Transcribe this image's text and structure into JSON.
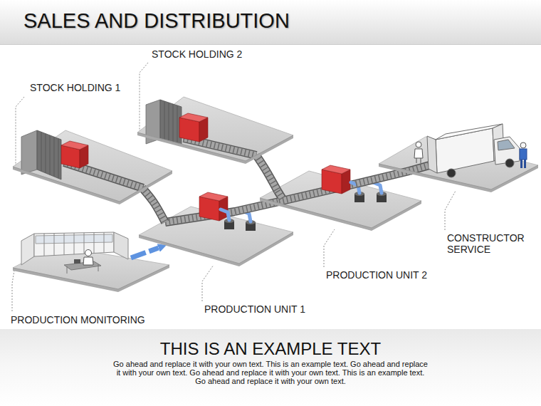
{
  "diagram": {
    "title": "SALES AND DISTRIBUTION",
    "nodes": [
      {
        "text": [
          "STOCK HOLDING 1"
        ]
      },
      {
        "text": [
          "STOCK HOLDING 2"
        ]
      },
      {
        "text": [
          "PRODUCTION MONITORING"
        ]
      },
      {
        "text": [
          "PRODUCTION UNIT 1"
        ]
      },
      {
        "text": [
          "PRODUCTION UNIT 2"
        ]
      },
      {
        "text": [
          "CONSTRUCTOR SERVICE"
        ]
      }
    ],
    "edges": [
      {
        "from": 0,
        "to": 3,
        "arrow": "none"
      },
      {
        "from": 1,
        "to": 4,
        "arrow": "none"
      },
      {
        "from": 2,
        "to": 3,
        "arrow": "to"
      },
      {
        "from": 3,
        "to": 4,
        "arrow": "none"
      },
      {
        "from": 4,
        "to": 5,
        "arrow": "none"
      }
    ],
    "labels": [
      "THIS IS AN EXAMPLE TEXT",
      "Go ahead and replace it with your own text. This is an example text. Go ahead and replace it with your own text. Go ahead and replace it with your own text. This is an example text. Go ahead and replace it with your own text."
    ]
  }
}
